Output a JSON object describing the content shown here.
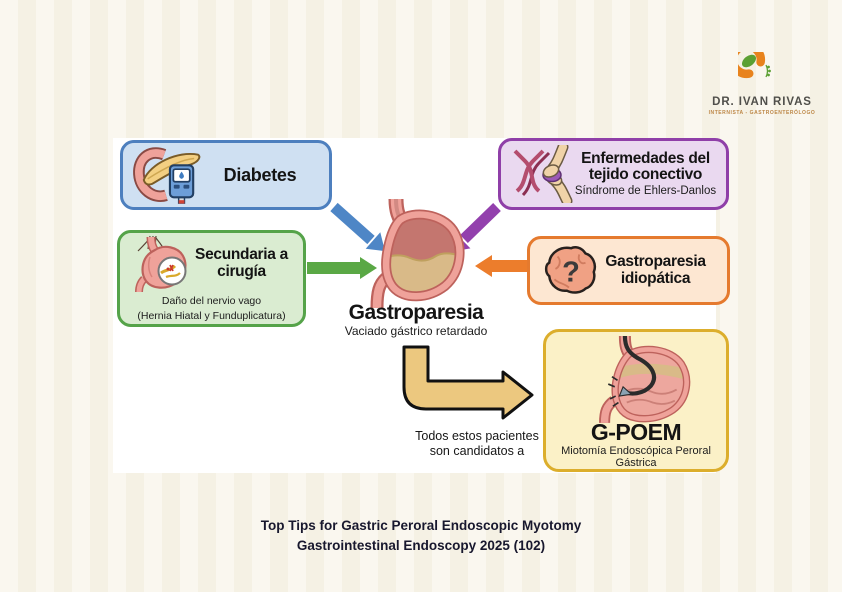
{
  "page": {
    "background_stripe_a": "#faf7ef",
    "background_stripe_b": "#f5f1e4",
    "panel_background": "#ffffff"
  },
  "logo": {
    "name": "DR. IVAN RIVAS",
    "subtitle": "INTERNISTA - GASTROENTERÓLOGO",
    "name_color": "#504f4b",
    "subtitle_color": "#bd8747",
    "orange": "#e8831d",
    "green": "#5ba033"
  },
  "center": {
    "title": "Gastroparesia",
    "subtitle": "Vaciado gástrico retardado"
  },
  "boxes": {
    "diabetes": {
      "title": "Diabetes",
      "fill": "#cfe0f2",
      "border": "#4d7fbe"
    },
    "connective": {
      "title": "Enfermedades del tejido conectivo",
      "subtitle": "Síndrome de Ehlers-Danlos",
      "fill": "#ead9f0",
      "border": "#8f3fa8"
    },
    "surgery": {
      "title": "Secundaria a cirugía",
      "subtitle_line1": "Daño del nervio vago",
      "subtitle_line2": "(Hernia Hiatal y Funduplicatura)",
      "fill": "#daecd1",
      "border": "#55a349"
    },
    "idiopathic": {
      "title": "Gastroparesia idiopática",
      "fill": "#fde7d2",
      "border": "#e57a2e"
    },
    "gpoem": {
      "title": "G-POEM",
      "subtitle": "Miotomía Endoscópica Peroral Gástrica",
      "fill": "#fbf1c7",
      "border": "#dcae2c"
    }
  },
  "arrows": {
    "diabetes": "#4e86c6",
    "connective": "#9340ad",
    "surgery": "#5aa845",
    "idiopathic": "#ec7d2c",
    "gpoem_fill": "#ecc87f",
    "gpoem_stroke": "#111111"
  },
  "note": {
    "line1": "Todos estos pacientes",
    "line2": "son candidatos a"
  },
  "citation": {
    "line1": "Top Tips for Gastric Peroral Endoscopic Myotomy",
    "line2": "Gastrointestinal Endoscopy 2025 (102)",
    "color": "#18182e"
  },
  "icons": {
    "question_mark": "?"
  }
}
